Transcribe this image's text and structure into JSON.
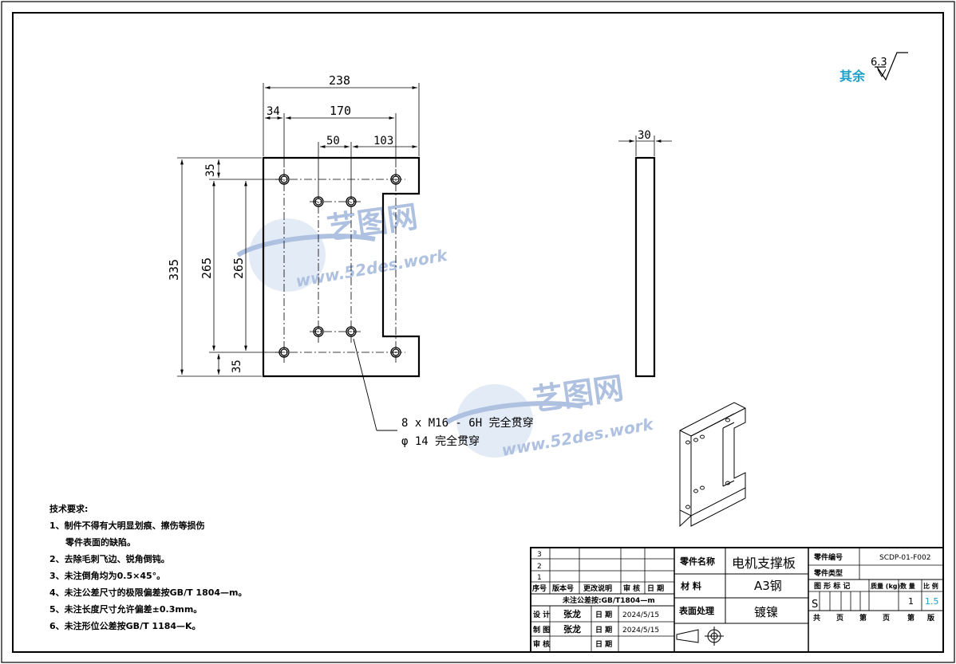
{
  "roughness": {
    "label": "其余",
    "value": "6.3"
  },
  "dims": {
    "overall_width": "238",
    "left_offset": "34",
    "hole_span": "170",
    "inner_span": "50",
    "right_offset": "103",
    "height": "335",
    "top_margin": "35",
    "bottom_margin": "35",
    "hole_pitch_a": "265",
    "hole_pitch_b": "265",
    "thickness": "30"
  },
  "callout": {
    "line1": "8 x  M16 - 6H 完全贯穿",
    "line2": "φ 14 完全贯穿"
  },
  "watermark": {
    "brand": "艺图网",
    "url": "www.52des.work"
  },
  "tech_requirements": {
    "title": "技术要求:",
    "items": [
      "1、制件不得有大明显划痕、擦伤等损伤",
      "零件表面的缺陷。",
      "2、去除毛刺飞边、锐角倒钝。",
      "3、未注倒角均为0.5×45°。",
      "4、未注公差尺寸的极限偏差按GB/T 1804—m。",
      "5、未注长度尺寸允许偏差±0.3mm。",
      "6、未注形位公差按GB/T 1184—K。"
    ]
  },
  "title_block": {
    "rev_rows": [
      "3",
      "2",
      "1"
    ],
    "rev_headers": [
      "序号",
      "版本号",
      "更改说明",
      "审 核",
      "日 期"
    ],
    "tolerance_note": "未注公差按:GB/T1804—m",
    "design_label": "设 计",
    "designer": "张龙",
    "date_label": "日 期",
    "design_date": "2024/5/15",
    "draw_label": "制 图",
    "drafter": "张龙",
    "draw_date": "2024/5/15",
    "review_label": "审 核",
    "review_date_label": "日 期",
    "part_name_label": "零件名称",
    "part_name": "电机支撑板",
    "material_label": "材 料",
    "material": "A3钢",
    "surface_label": "表面处理",
    "surface": "镀镍",
    "part_no_label": "零件编号",
    "part_no": "SCDP-01-F002",
    "part_type_label": "零件类型",
    "mark_label": "图 形 标 记",
    "weight_label": "质量 (kg)",
    "qty_label": "数 量",
    "scale_label": "比 例",
    "mark_value": "S",
    "qty_value": "1",
    "scale_value": "1.5",
    "total_label": "共",
    "sheet_label": "页",
    "page_label": "第",
    "page_label2": "页",
    "version_label": "第",
    "version_label2": "版"
  },
  "colors": {
    "accent": "#1aa0c8",
    "line": "#000000",
    "watermark": "#6f8fc8"
  }
}
